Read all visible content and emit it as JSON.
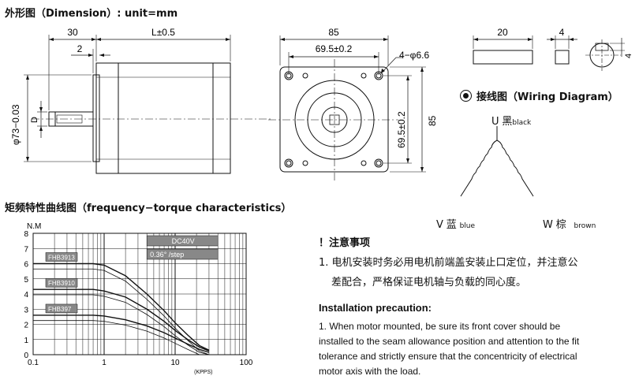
{
  "dimension": {
    "heading": "外形图（Dimension）: unit=mm",
    "side_view": {
      "len_30": "30",
      "len_L": "L±0.5",
      "len_2": "2",
      "dia_label": "φ73−0.03",
      "shaft_label": "D"
    },
    "front_view": {
      "width": "85",
      "hole_spacing": "69.5±0.2",
      "holes": "4−φ6.6",
      "height": "85",
      "vert_spacing": "69.5±0.2"
    },
    "key_view": {
      "width_20": "20",
      "width_4": "4",
      "height_4": "4"
    }
  },
  "wiring": {
    "heading": "接线图（Wiring Diagram）",
    "u_label": "U",
    "u_color_cn": "黑",
    "u_color_en": "black",
    "v_label": "V",
    "v_color_cn": "蓝",
    "v_color_en": "blue",
    "w_label": "W",
    "w_color_cn": "棕",
    "w_color_en": "brown"
  },
  "torque": {
    "heading": "矩频特性曲线图（frequency−torque characteristics）"
  },
  "chart_data": {
    "type": "line",
    "title": "",
    "ylabel": "N.M",
    "xlabel": "(KPPS)",
    "xscale": "log",
    "xlim": [
      0.1,
      100
    ],
    "ylim": [
      0,
      8
    ],
    "xticks": [
      "0.1",
      "1",
      "10",
      "100"
    ],
    "yticks": [
      "0",
      "1",
      "2",
      "3",
      "4",
      "5",
      "6",
      "7",
      "8"
    ],
    "legend_box": [
      "DC40V",
      "0.36° /step"
    ],
    "series": [
      {
        "name": "FHB3913",
        "x": [
          0.1,
          0.3,
          0.7,
          1.0,
          2.0,
          4.0,
          7.0,
          10,
          15,
          22,
          30
        ],
        "y": [
          6.0,
          6.0,
          6.0,
          5.9,
          5.2,
          4.0,
          2.9,
          2.1,
          1.3,
          0.6,
          0.3
        ]
      },
      {
        "name": "FHB3910",
        "x": [
          0.1,
          0.3,
          0.7,
          1.0,
          2.0,
          4.0,
          7.0,
          10,
          15,
          22,
          30
        ],
        "y": [
          4.3,
          4.3,
          4.3,
          4.2,
          3.8,
          3.0,
          2.2,
          1.6,
          1.0,
          0.5,
          0.25
        ]
      },
      {
        "name": "FHB397",
        "x": [
          0.1,
          0.3,
          0.7,
          1.0,
          2.0,
          4.0,
          7.0,
          10,
          15,
          22,
          30
        ],
        "y": [
          2.6,
          2.6,
          2.6,
          2.55,
          2.3,
          1.9,
          1.45,
          1.1,
          0.7,
          0.35,
          0.15
        ]
      }
    ]
  },
  "notes": {
    "cn_heading": "！注意事项",
    "cn_line1": "1. 电机安装时务必用电机前端盖安装止口定位，并注意公",
    "cn_line2": "差配合，严格保证电机轴与负载的同心度。",
    "en_heading": "Installation precaution:",
    "en_line1": "1. When motor mounted, be sure its front cover should be",
    "en_line2": "installed to the seam allowance position and attention to the fit",
    "en_line3": "tolerance and strictly ensure that the concentricity of electrical",
    "en_line4": "motor axis with the load."
  }
}
